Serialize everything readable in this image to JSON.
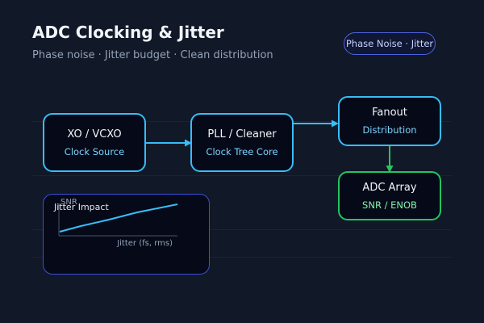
{
  "header": {
    "title": "ADC Clocking & Jitter",
    "subtitle": "Phase noise · Jitter budget · Clean distribution",
    "badge": "Phase Noise · Jitter"
  },
  "nodes": [
    {
      "id": "xo",
      "title": "XO / VCXO",
      "subtitle": "Clock Source"
    },
    {
      "id": "pll",
      "title": "PLL / Cleaner",
      "subtitle": "Clock Tree Core"
    },
    {
      "id": "fanout",
      "title": "Fanout",
      "subtitle": "Distribution"
    },
    {
      "id": "adc",
      "title": "ADC Array",
      "subtitle": "SNR / ENOB"
    }
  ],
  "inset": {
    "title": "Jitter Impact",
    "y_label": "SNR",
    "x_label": "Jitter (fs, rms)"
  },
  "colors": {
    "background": "#111827",
    "node_border": "#38bdf8",
    "adc_border": "#22c55e",
    "inset_border": "#3b4fd9",
    "accent_text": "#7dd3fc"
  }
}
